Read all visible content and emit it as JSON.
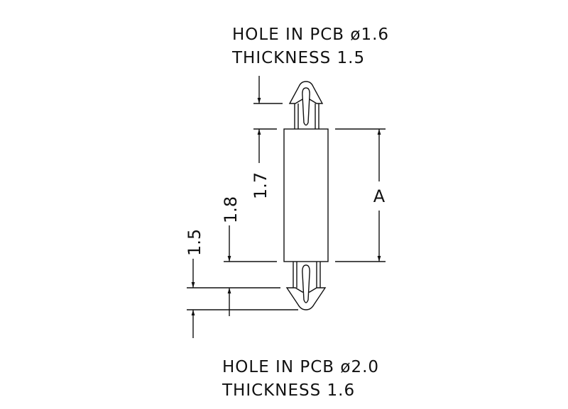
{
  "top_note": {
    "line1": "HOLE IN PCB ø1.6",
    "line2": "THICKNESS 1.5"
  },
  "bottom_note": {
    "line1": "HOLE IN PCB ø2.0",
    "line2": "THICKNESS 1.6"
  },
  "dimensions": {
    "top_pin": "1.7",
    "bottom_pin": "1.8",
    "bottom_barb": "1.5",
    "body_length": "A"
  }
}
